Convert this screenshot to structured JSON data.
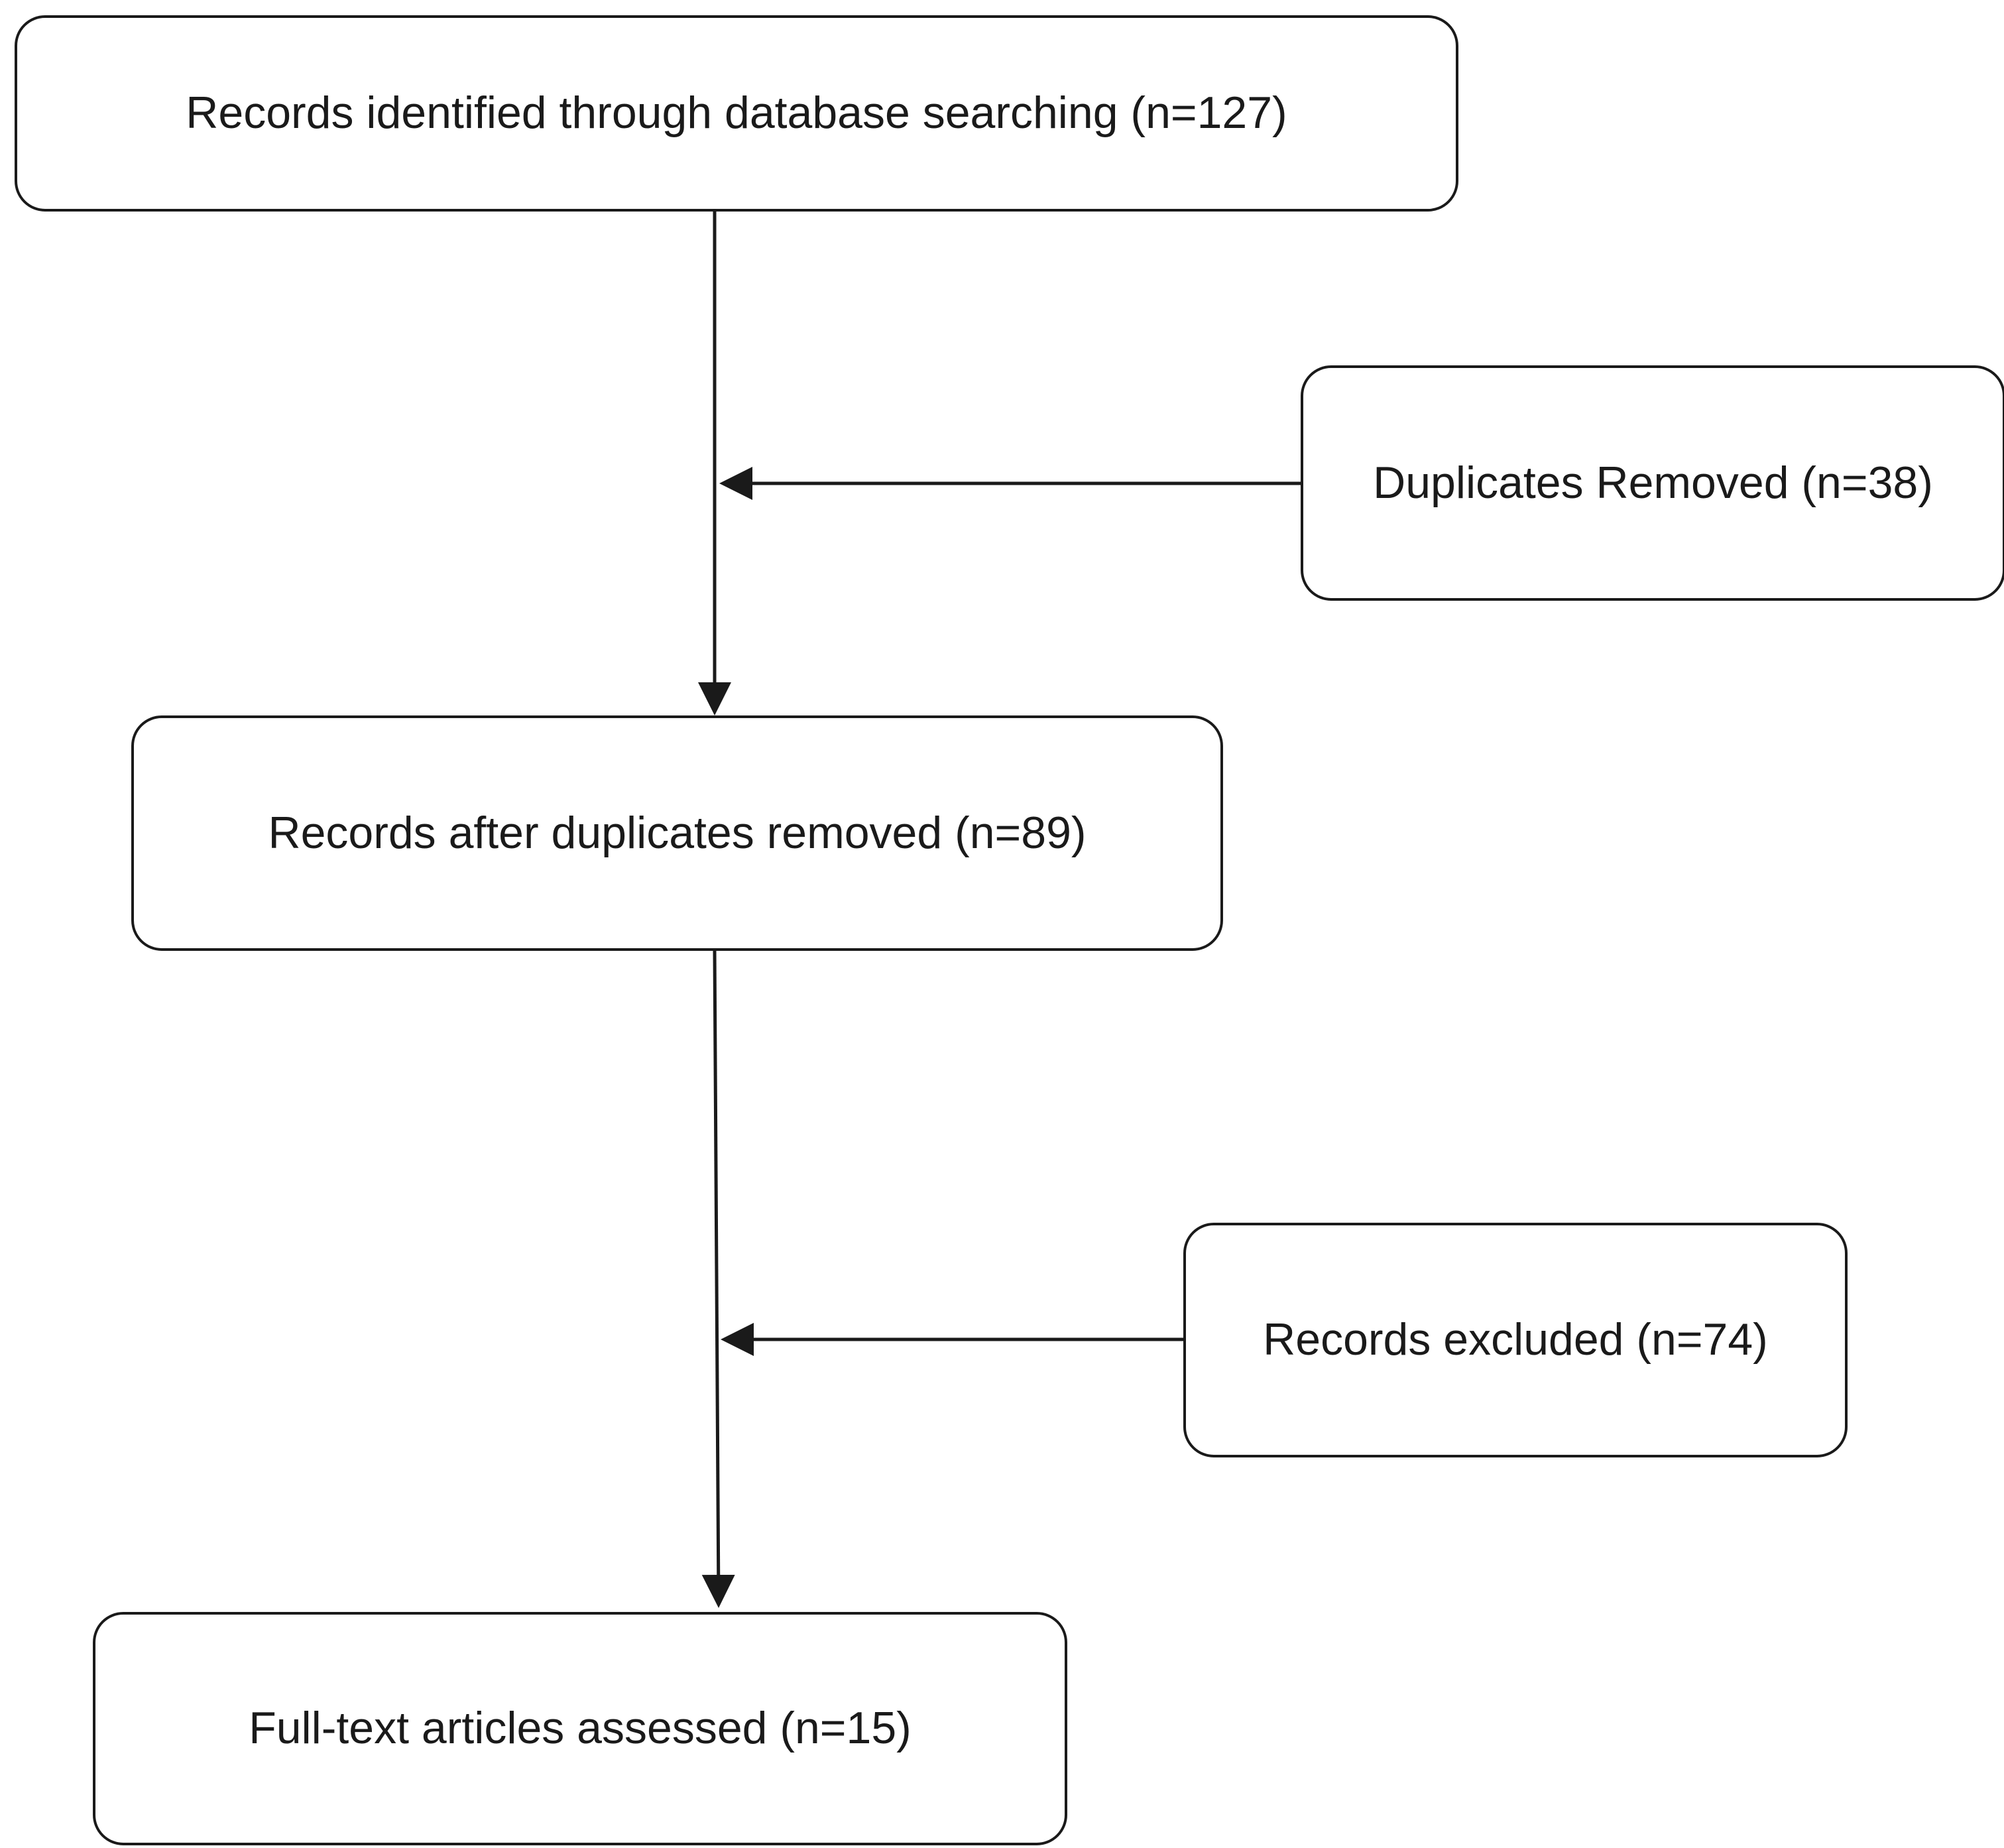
{
  "nodes": {
    "identified": "Records identified through database searching (n=127)",
    "duplicates_removed": "Duplicates Removed (n=38)",
    "after_duplicates": "Records after duplicates removed (n=89)",
    "excluded": "Records excluded (n=74)",
    "full_text": "Full-text articles assessed (n=15)"
  },
  "edges": [
    {
      "from": "identified",
      "to": "after_duplicates"
    },
    {
      "from": "duplicates_removed",
      "to": "identified-after_duplicates-line"
    },
    {
      "from": "after_duplicates",
      "to": "full_text"
    },
    {
      "from": "excluded",
      "to": "after_duplicates-full_text-line"
    }
  ],
  "colors": {
    "stroke": "#1a1a1a",
    "background": "#ffffff"
  }
}
